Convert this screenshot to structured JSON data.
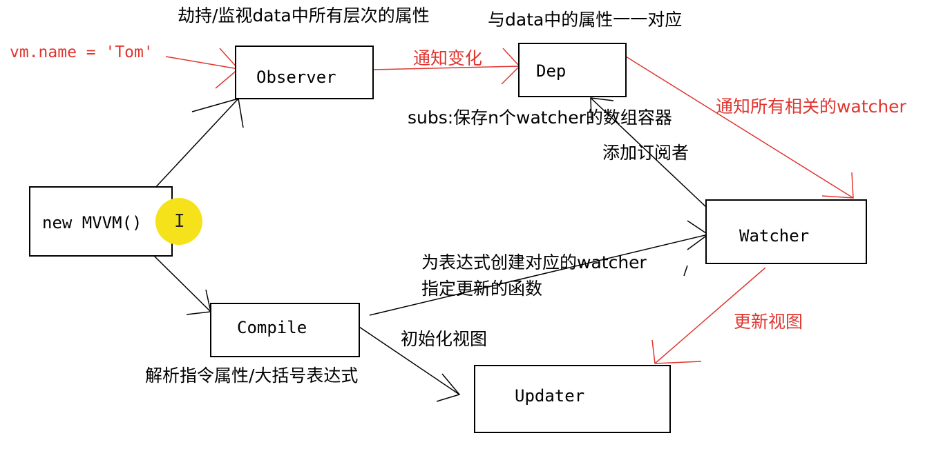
{
  "colors": {
    "line": "#000000",
    "accent": "#e0352f",
    "cursor": "#f5e21a"
  },
  "nodes": {
    "observer": "Observer",
    "dep": "Dep",
    "watcher": "Watcher",
    "mvvm": "new MVVM()",
    "compile": "Compile",
    "updater": "Updater"
  },
  "annotations": {
    "observer_note": "劫持/监视data中所有层次的属性",
    "dep_note": "与data中的属性一一对应",
    "vm_assign": "vm.name = 'Tom'",
    "notify_change": "通知变化",
    "notify_watchers": "通知所有相关的watcher",
    "subs_note": "subs:保存n个watcher的数组容器",
    "add_subscriber": "添加订阅者",
    "watcher_create_line1": "为表达式创建对应的watcher",
    "watcher_create_line2": "指定更新的函数",
    "update_view": "更新视图",
    "init_view": "初始化视图",
    "compile_note": "解析指令属性/大括号表达式"
  },
  "cursor": {
    "icon": "text-cursor-icon",
    "glyph": "I"
  }
}
